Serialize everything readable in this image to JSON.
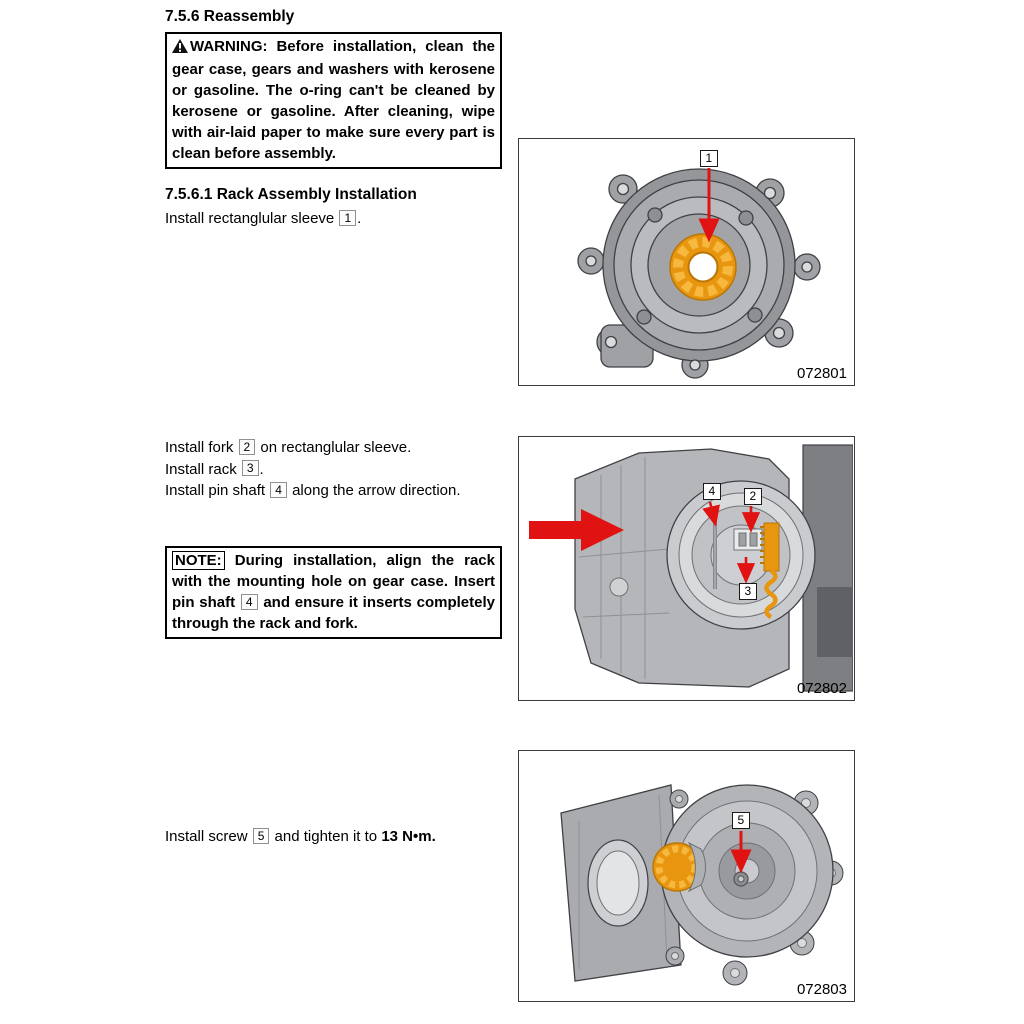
{
  "content": {
    "section_heading": "7.5.6 Reassembly",
    "warning": {
      "title": "WARNING:",
      "body": " Before installation, clean the gear case, gears and washers with kerosene or gasoline. The o-ring can't be cleaned by kerosene or gasoline. After cleaning, wipe with air-laid paper to make sure every part is clean before assembly."
    },
    "subsection_heading": "7.5.6.1 Rack Assembly Installation",
    "step_sleeve": {
      "pre": "Install rectanglular sleeve ",
      "ref": "1",
      "post": "."
    },
    "step_fork": {
      "pre": "Install fork ",
      "ref": "2",
      "post": " on rectanglular sleeve."
    },
    "step_rack": {
      "pre": "Install rack ",
      "ref": "3",
      "post": "."
    },
    "step_pin": {
      "pre": "Install pin shaft ",
      "ref": "4",
      "post": " along the arrow direction."
    },
    "note": {
      "title": "NOTE:",
      "body_pre": " During installation, align the rack with the mounting hole on gear case. Insert pin shaft ",
      "ref": "4",
      "body_post": " and ensure it inserts completely through the rack and fork."
    },
    "step_screw": {
      "pre": "Install screw ",
      "ref": "5",
      "mid": " and tighten it to ",
      "torque": "13 N•m."
    }
  },
  "figures": {
    "fig1": {
      "caption": "072801",
      "label_sleeve": "1"
    },
    "fig2": {
      "caption": "072802",
      "label_pin": "4",
      "label_fork": "2",
      "label_rack": "3"
    },
    "fig3": {
      "caption": "072803",
      "label_screw": "5"
    }
  },
  "colors": {
    "arrow_red": "#e01212",
    "part_orange": "#e8960f",
    "part_orange_light": "#f6b83e"
  }
}
